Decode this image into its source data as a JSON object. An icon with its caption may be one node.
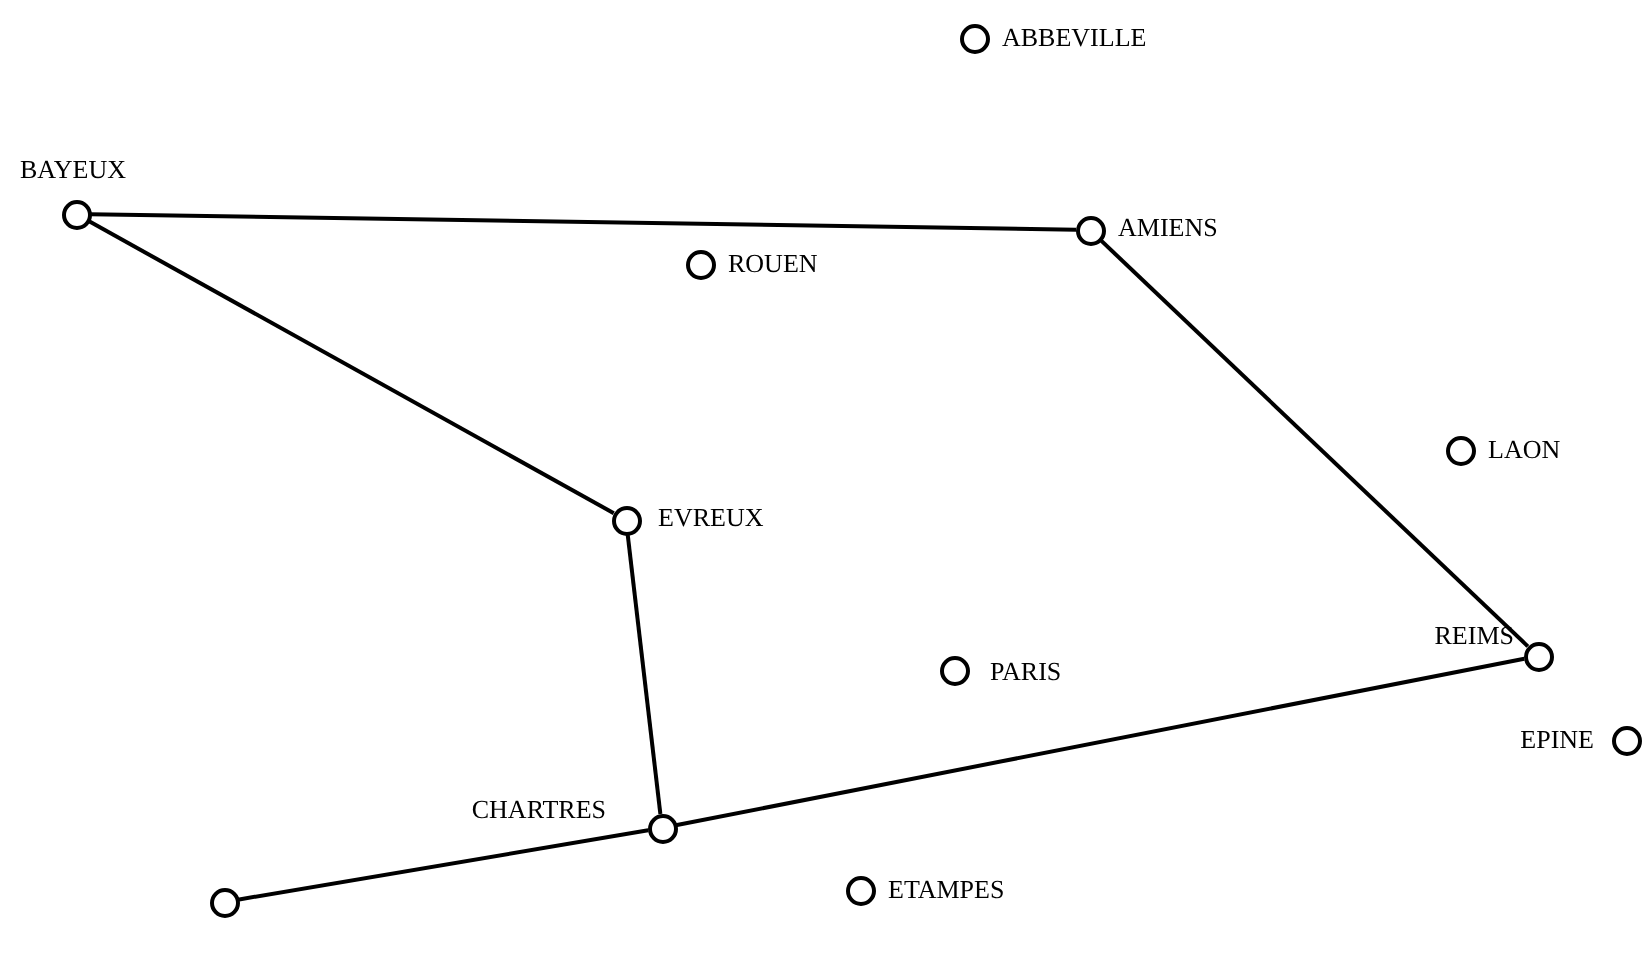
{
  "diagram": {
    "nodes": [
      {
        "text": [],
        "shape": "circle",
        "beside": [
          "ABBEVILLE"
        ]
      },
      {
        "text": [],
        "shape": "circle",
        "beside": [
          "BAYEUX"
        ]
      },
      {
        "text": [],
        "shape": "circle",
        "beside": [
          "AMIENS"
        ]
      },
      {
        "text": [],
        "shape": "circle",
        "beside": [
          "ROUEN"
        ]
      },
      {
        "text": [],
        "shape": "circle",
        "beside": [
          "LAON"
        ]
      },
      {
        "text": [],
        "shape": "circle",
        "beside": [
          "EVREUX"
        ]
      },
      {
        "text": [],
        "shape": "circle",
        "beside": [
          "REIMS"
        ]
      },
      {
        "text": [],
        "shape": "circle",
        "beside": [
          "PARIS"
        ]
      },
      {
        "text": [],
        "shape": "circle",
        "beside": [
          "EPINE"
        ]
      },
      {
        "text": [],
        "shape": "circle",
        "beside": [
          "CHARTRES"
        ]
      },
      {
        "text": [],
        "shape": "circle",
        "beside": [
          "ETAMPES"
        ]
      },
      {
        "text": [],
        "shape": "circle"
      }
    ],
    "edges": [
      {
        "from": 1,
        "to": 2,
        "arrow": "none"
      },
      {
        "from": 2,
        "to": 6,
        "arrow": "none"
      },
      {
        "from": 1,
        "to": 5,
        "arrow": "none"
      },
      {
        "from": 5,
        "to": 9,
        "arrow": "none"
      },
      {
        "from": 9,
        "to": 6,
        "arrow": "none"
      },
      {
        "from": 9,
        "to": 11,
        "arrow": "none"
      }
    ]
  }
}
